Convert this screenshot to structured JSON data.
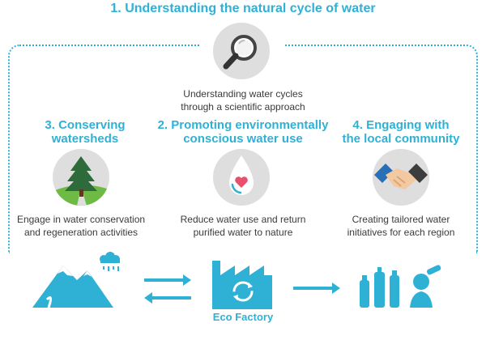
{
  "colors": {
    "accent": "#2fb1d6",
    "tree_green": "#2e6b3a",
    "grass_green": "#6dbb45",
    "heart": "#e8506b",
    "circle_gray": "#dedede",
    "text": "#3a3a3a"
  },
  "step1": {
    "title": "1. Understanding the natural cycle of water",
    "icon": "magnifying-glass-icon",
    "desc_line1": "Understanding water cycles",
    "desc_line2": "through a scientific approach"
  },
  "step2": {
    "title_line1": "2. Promoting environmentally",
    "title_line2": "conscious water use",
    "icon": "water-drop-heart-icon",
    "desc_line1": "Reduce water use and return",
    "desc_line2": "purified water to nature"
  },
  "step3": {
    "title_line1": "3. Conserving",
    "title_line2": "watersheds",
    "icon": "tree-icon",
    "desc_line1": "Engage in water conservation",
    "desc_line2": "and regeneration activities"
  },
  "step4": {
    "title_line1": "4. Engaging with",
    "title_line2": "the local community",
    "icon": "handshake-icon",
    "desc_line1": "Creating tailored water",
    "desc_line2": "initiatives for each region"
  },
  "flow": {
    "factory_label": "Eco Factory",
    "icons": [
      "mountain-rain-icon",
      "bidirectional-arrows-icon",
      "factory-recycle-icon",
      "right-arrow-icon",
      "bottles-drinking-icon"
    ]
  }
}
